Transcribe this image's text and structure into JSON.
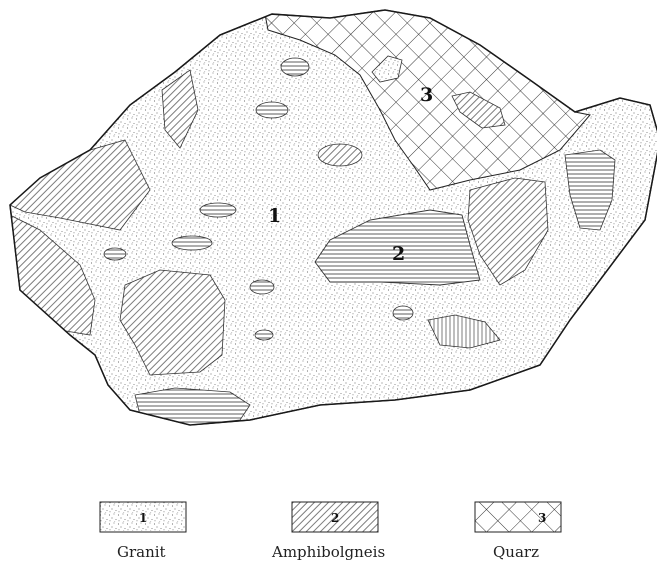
{
  "map": {
    "labels": {
      "granite": "1",
      "amphibolgneis": "2",
      "quartz": "3"
    }
  },
  "legend": {
    "items": [
      {
        "key": "1",
        "caption": "Granit",
        "pattern": "stipple"
      },
      {
        "key": "2",
        "caption": "Amphibolgneis",
        "pattern": "hatch"
      },
      {
        "key": "3",
        "caption": "Quarz",
        "pattern": "crosshatch"
      }
    ]
  },
  "colors": {
    "ink": "#1a1a1a",
    "paper": "#ffffff"
  }
}
